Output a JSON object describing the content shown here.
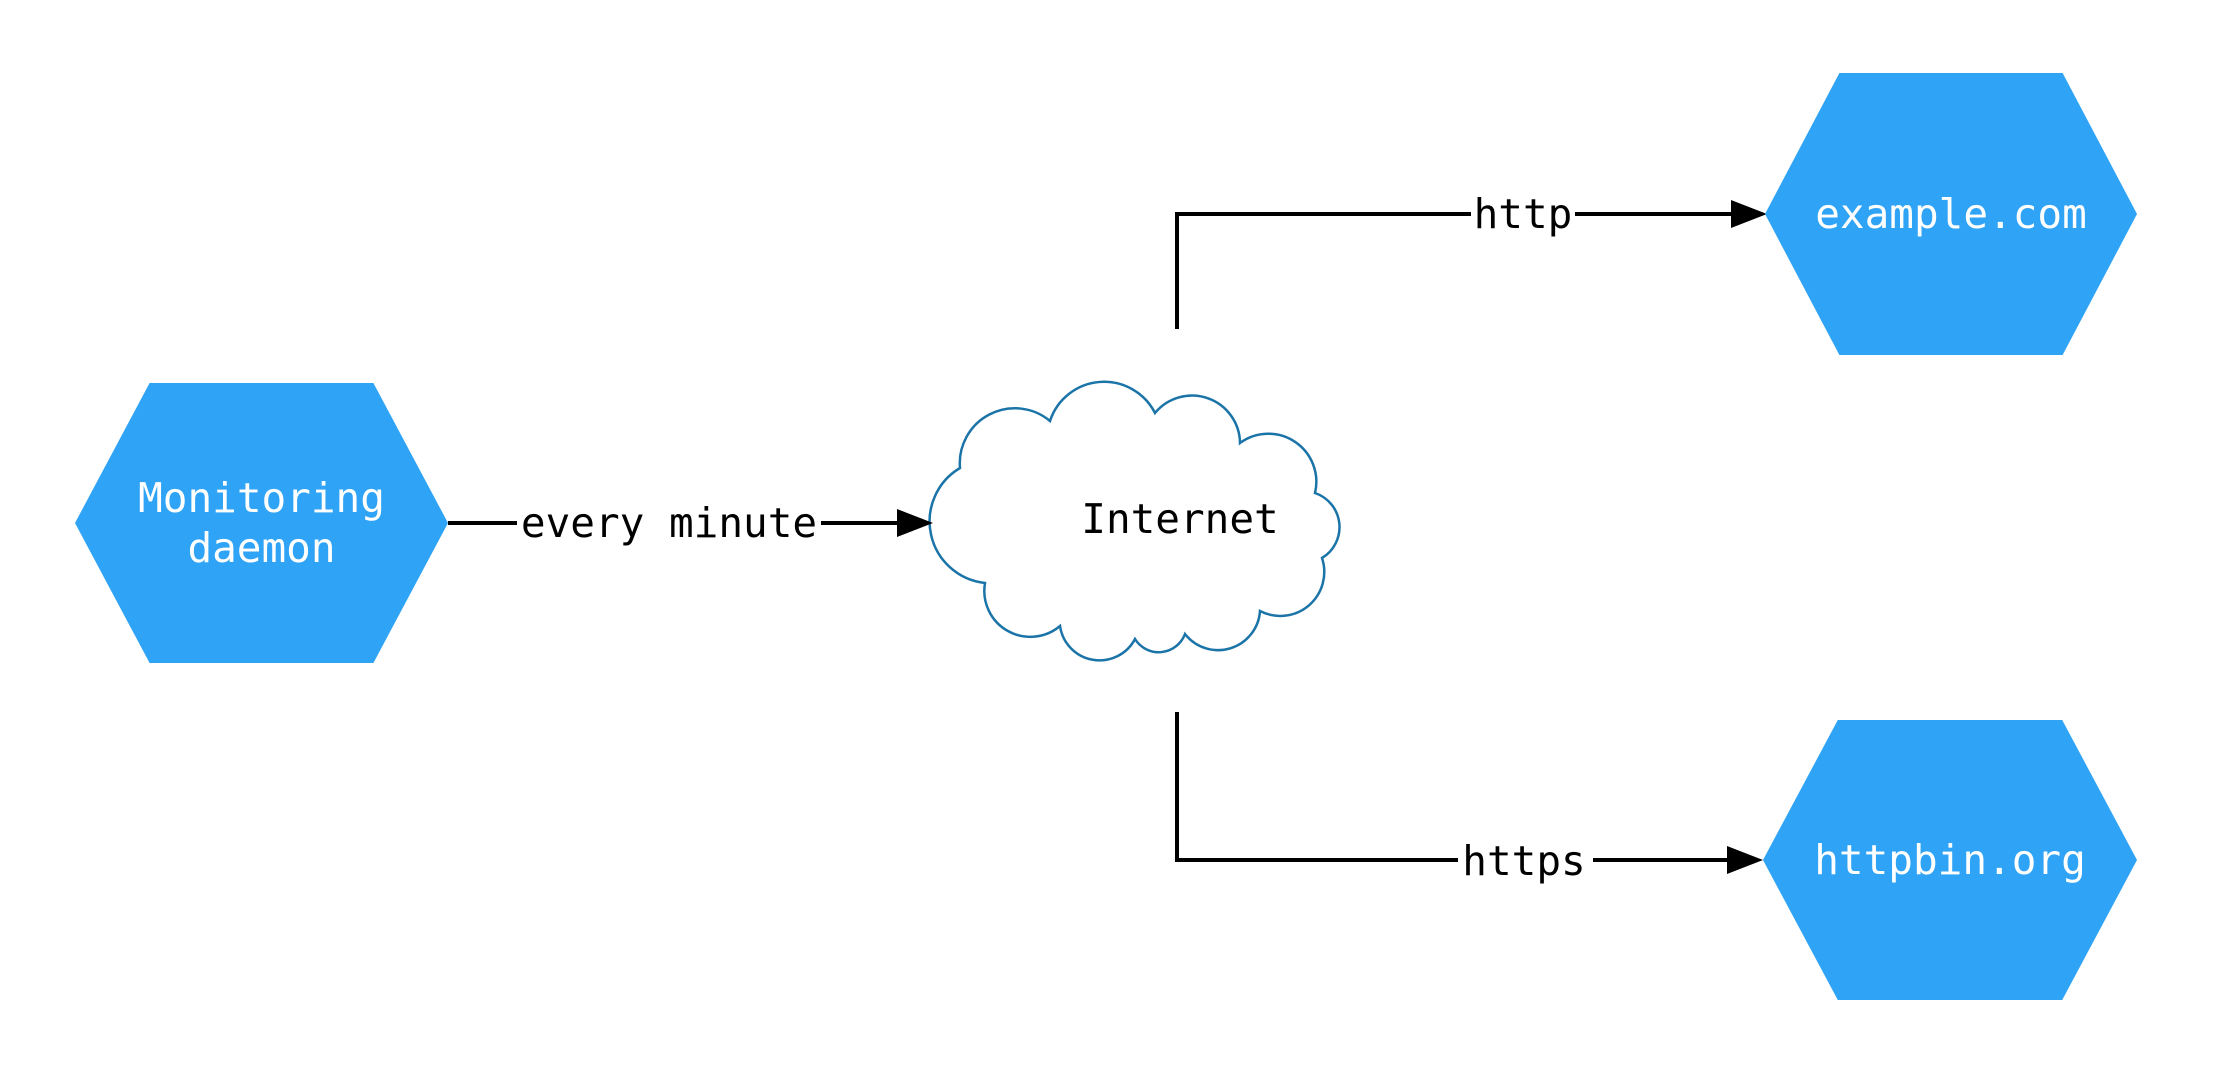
{
  "diagram": {
    "nodes": {
      "monitoring": {
        "label": "Monitoring\ndaemon",
        "shape": "hexagon"
      },
      "internet": {
        "label": "Internet",
        "shape": "cloud"
      },
      "example": {
        "label": "example.com",
        "shape": "hexagon"
      },
      "httpbin": {
        "label": "httpbin.org",
        "shape": "hexagon"
      }
    },
    "edges": {
      "every_minute": {
        "label": "every minute",
        "from": "monitoring",
        "to": "internet"
      },
      "http": {
        "label": "http",
        "from": "internet",
        "to": "example"
      },
      "https": {
        "label": "https",
        "from": "internet",
        "to": "httpbin"
      }
    },
    "colors": {
      "node_fill": "#2FA3F5",
      "node_text": "#FFFFFF",
      "cloud_stroke": "#1B74A8",
      "cloud_fill": "#FFFFFF",
      "edge_color": "#000000",
      "canvas_bg": "#FFFFFF"
    }
  }
}
